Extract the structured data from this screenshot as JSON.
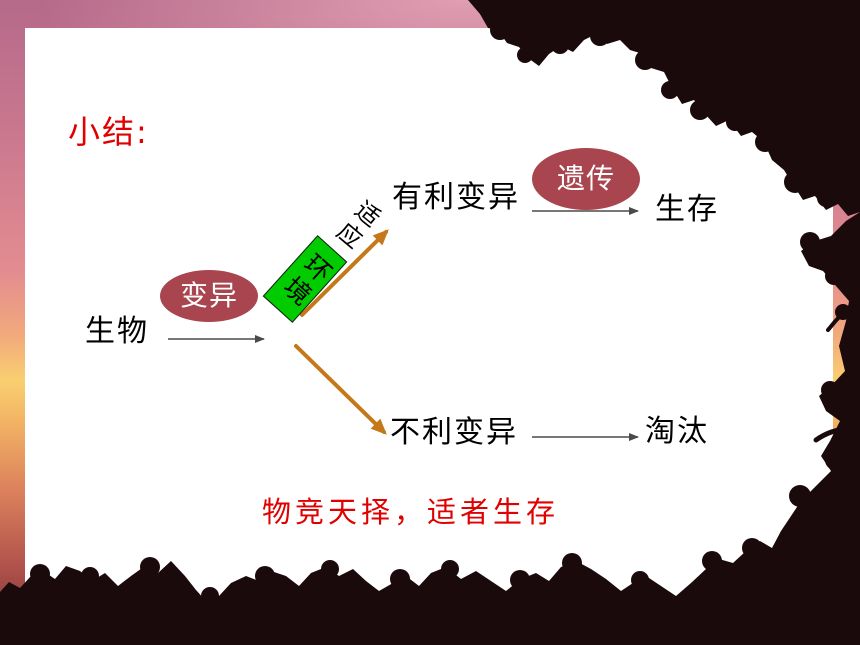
{
  "slide": {
    "heading": "小结:",
    "conclusion": "物竞天择，适者生存"
  },
  "diagram": {
    "nodes": {
      "organism": "生物",
      "favorable": "有利变异",
      "unfavorable": "不利变异",
      "survive": "生存",
      "eliminated": "淘汰"
    },
    "badges": {
      "variation": "变异",
      "heredity": "遗传"
    },
    "labels": {
      "adapt": "适应",
      "environment": "环境"
    }
  },
  "colors": {
    "heading": "#e00000",
    "badge": "#a9454e",
    "env": "#00cc00",
    "accent": "#c4781a"
  }
}
